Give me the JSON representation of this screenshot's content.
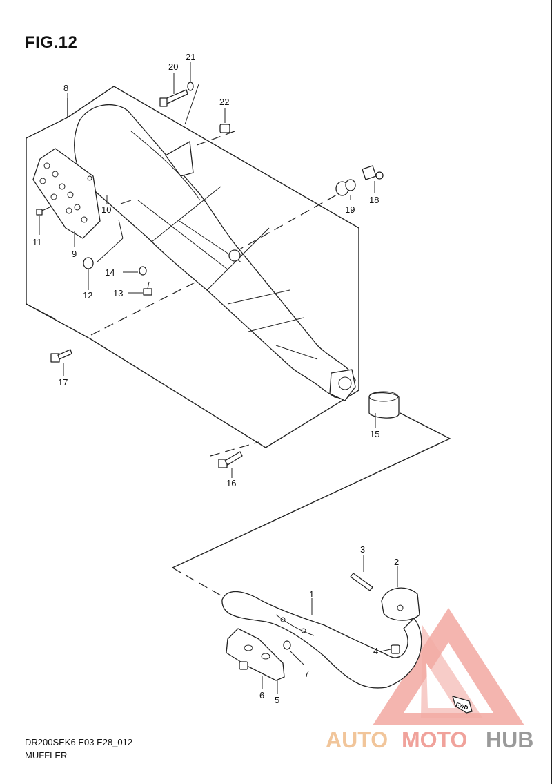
{
  "figure": {
    "title": "FIG.12",
    "model_code": "DR200SEK6 E03 E28_012",
    "name": "MUFFLER"
  },
  "parts": {
    "p1": "1",
    "p2": "2",
    "p3": "3",
    "p4": "4",
    "p5": "5",
    "p6": "6",
    "p7": "7",
    "p8": "8",
    "p9": "9",
    "p10": "10",
    "p11": "11",
    "p12": "12",
    "p13": "13",
    "p14": "14",
    "p15": "15",
    "p16": "16",
    "p17": "17",
    "p18": "18",
    "p19": "19",
    "p20": "20",
    "p21": "21",
    "p22": "22"
  },
  "direction_tag": "FWD",
  "watermark": {
    "part_a": "AUTO",
    "part_b": "MOTO",
    "part_c": "HUB",
    "color_primary": "#f5a9a3",
    "color_secondary": "#f1c59a",
    "color_dark": "#9a9a9a"
  }
}
